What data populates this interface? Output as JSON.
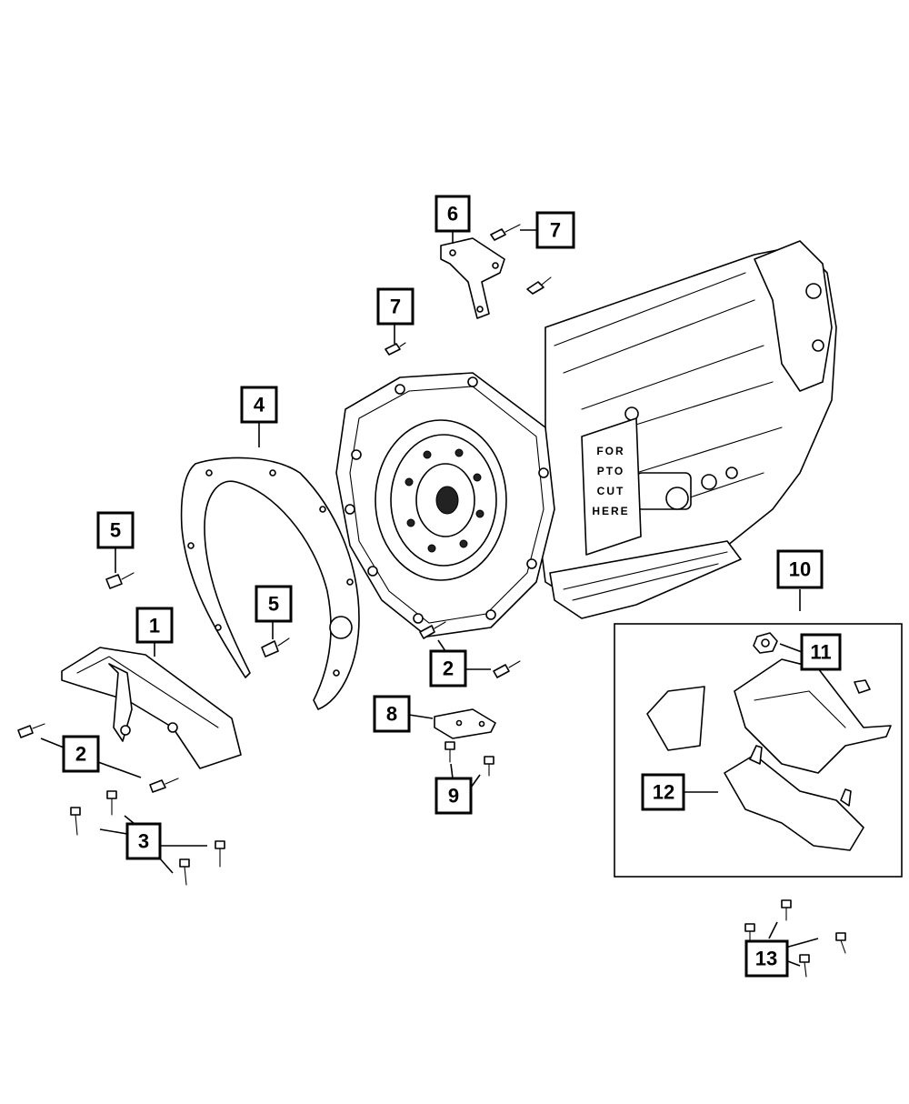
{
  "diagram": {
    "callouts": [
      {
        "id": "c6",
        "text": "6"
      },
      {
        "id": "c7a",
        "text": "7"
      },
      {
        "id": "c7b",
        "text": "7"
      },
      {
        "id": "c4",
        "text": "4"
      },
      {
        "id": "c5a",
        "text": "5"
      },
      {
        "id": "c5b",
        "text": "5"
      },
      {
        "id": "c1",
        "text": "1"
      },
      {
        "id": "c2a",
        "text": "2"
      },
      {
        "id": "c2b",
        "text": "2"
      },
      {
        "id": "c3",
        "text": "3"
      },
      {
        "id": "c8",
        "text": "8"
      },
      {
        "id": "c9",
        "text": "9"
      },
      {
        "id": "c10",
        "text": "10"
      },
      {
        "id": "c11",
        "text": "11"
      },
      {
        "id": "c12",
        "text": "12"
      },
      {
        "id": "c13",
        "text": "13"
      }
    ],
    "stencil_lines": [
      "FOR",
      "PTO",
      "CUT",
      "HERE"
    ]
  }
}
